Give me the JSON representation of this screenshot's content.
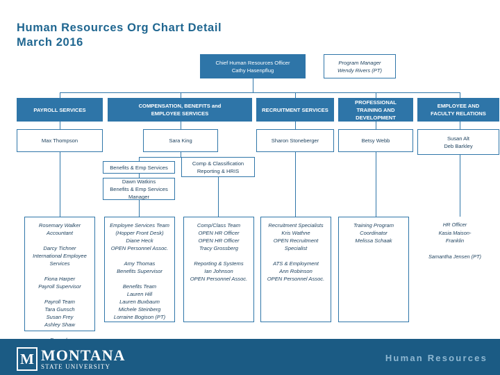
{
  "title": "Human Resources Org Chart Detail\nMarch 2016",
  "footer": {
    "brand_text": "Human Resources",
    "logo_letter": "M",
    "logo_word_big": "MONTANA",
    "logo_word_small": "STATE UNIVERSITY"
  },
  "colors": {
    "accent": "#2e75a8",
    "title": "#1f6690",
    "footer_band": "#1b5b84",
    "footer_text": "#8fb8d2"
  },
  "chart": {
    "chief": "Chief Human Resources Officer\nCathy Hasenpflug",
    "program_manager": "Program Manager\nWendy Rivers (PT)",
    "units": [
      {
        "header": "PAYROLL SERVICES",
        "lead": "Max Thompson",
        "staff": "Rosemary Walker\nAccountant\n\nDarcy Tichner\nInternational Employee\nServices\n\nFiona Harper\nPayroll Supervisor\n\nPayroll Team\nTara Gunsch\nSusan Frey\nAshley Shaw\n\nRecords\nJoyce Schmidt (PT)"
      },
      {
        "header": "COMPENSATION, BENEFITS  and\nEMPLOYEE SERVICES",
        "lead": "Sara King",
        "sub_left": "Benefits & Emp Services",
        "sub_right": "Comp & Classification\nReporting & HRIS",
        "manager": "Dawn Watkins\nBenefits & Emp Services\nManager",
        "staff_left": "Employee Services Team\n(Hopper Front Desk)\nDiane Heck\nOPEN Personnel Assoc.\n\nAmy Thomas\nBenefits Supervisor\n\nBenefits Team\nLauren Hill\nLauren Buxbaum\nMichele Steinberg\nLorraine Bogison (PT)",
        "staff_right": "Comp/Class Team\nOPEN HR Officer\nOPEN HR Officer\nTracy Grossberg\n\nReporting & Systems\nIan Johnson\nOPEN Personnel Assoc."
      },
      {
        "header": "RECRUITMENT SERVICES",
        "lead": "Sharon Stoneberger",
        "staff": "Recruitment Specialists\nKris Wathne\nOPEN Recruitment\nSpecialist\n\nATS & Employment\nAnn Robinson\nOPEN Personnel Assoc."
      },
      {
        "header": "PROFESSIONAL\nTRAINING AND\nDEVELOPMENT",
        "lead": "Betsy Webb",
        "staff": "Training Program\nCoordinator\nMelissa Schaak"
      },
      {
        "header": "EMPLOYEE AND\nFACULTY RELATIONS",
        "lead": "Susan Alt\nDeb Barkley",
        "staff": "HR Officer\nKasia Maison-\nFranklin\n\nSamantha Jensen (PT)"
      }
    ]
  }
}
